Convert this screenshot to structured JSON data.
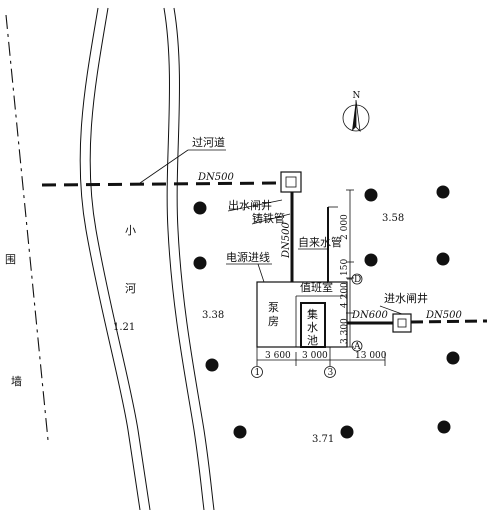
{
  "labels": {
    "river_crossing": "过河道",
    "dn500_top": "DN500",
    "outlet_valve_well": "出水闸井",
    "cast_iron_pipe": "铸铁管",
    "dn500_vertical": "DN500",
    "tap_water_pipe": "自来水管",
    "power_line": "电源进线",
    "duty_room": "值班室",
    "pump_room_1": "泵",
    "pump_room_2": "房",
    "tank_1": "集",
    "tank_2": "水",
    "tank_3": "池",
    "inlet_valve_well": "进水闸井",
    "dn600": "DN600",
    "dn500_right": "DN500",
    "river_1": "小",
    "river_2": "河",
    "wall_1": "围",
    "wall_2": "墙"
  },
  "elevations": {
    "river": "1.21",
    "left_bank": "3.38",
    "upper_right": "3.58",
    "bottom": "3.71"
  },
  "dimensions": {
    "d_2000": "2 000",
    "d_150": "150",
    "d_4200": "4 200",
    "d_3300": "3 300",
    "d_3600": "3 600",
    "d_3000": "3 000",
    "d_13000": "13 000"
  },
  "axes": {
    "axis_1": "1",
    "axis_3": "3",
    "axis_a": "A",
    "axis_d": "D"
  },
  "compass": {
    "north": "N"
  }
}
